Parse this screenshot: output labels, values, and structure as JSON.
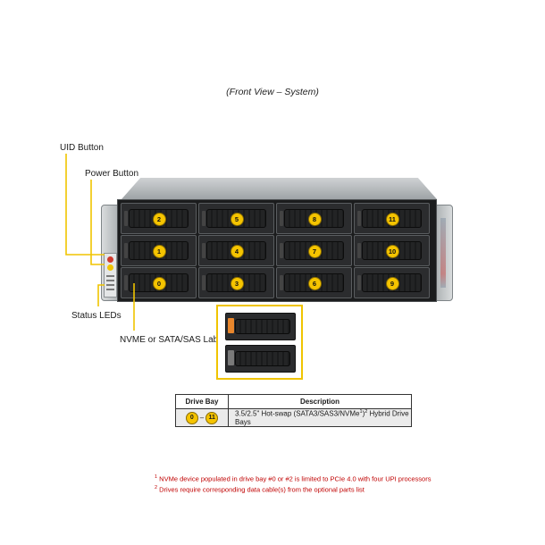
{
  "caption": "(Front View – System)",
  "callouts": {
    "uid_button": "UID Button",
    "power_button": "Power Button",
    "status_leds": "Status LEDs",
    "drive_label": "NVME or SATA/SAS Label"
  },
  "drive_bays": [
    [
      "2",
      "5",
      "8",
      "11"
    ],
    [
      "1",
      "4",
      "7",
      "10"
    ],
    [
      "0",
      "3",
      "6",
      "9"
    ]
  ],
  "colors": {
    "badge": "#f5c400",
    "callout_line": "#f0c400",
    "nvme_label": "#e8862c",
    "sata_label": "#7a7a7a",
    "footnote": "#c00000"
  },
  "table": {
    "headers": [
      "Drive Bay",
      "Description"
    ],
    "row": {
      "bay_start": "0",
      "bay_sep": "–",
      "bay_end": "11",
      "desc_pre": "3.5/2.5\" Hot-swap (SATA3/SAS3/NVMe",
      "desc_sup1": "1",
      "desc_mid": ")",
      "desc_sup2": "2",
      "desc_post": " Hybrid Drive  Bays"
    }
  },
  "footnotes": [
    {
      "mark": "1",
      "text": " NVMe device  populated  in drive  bay #0 or #2 is limited to PCIe 4.0 with four UPI processors"
    },
    {
      "mark": "2",
      "text": " Drives  require  corresponding  data cable(s) from the optional parts list"
    }
  ]
}
